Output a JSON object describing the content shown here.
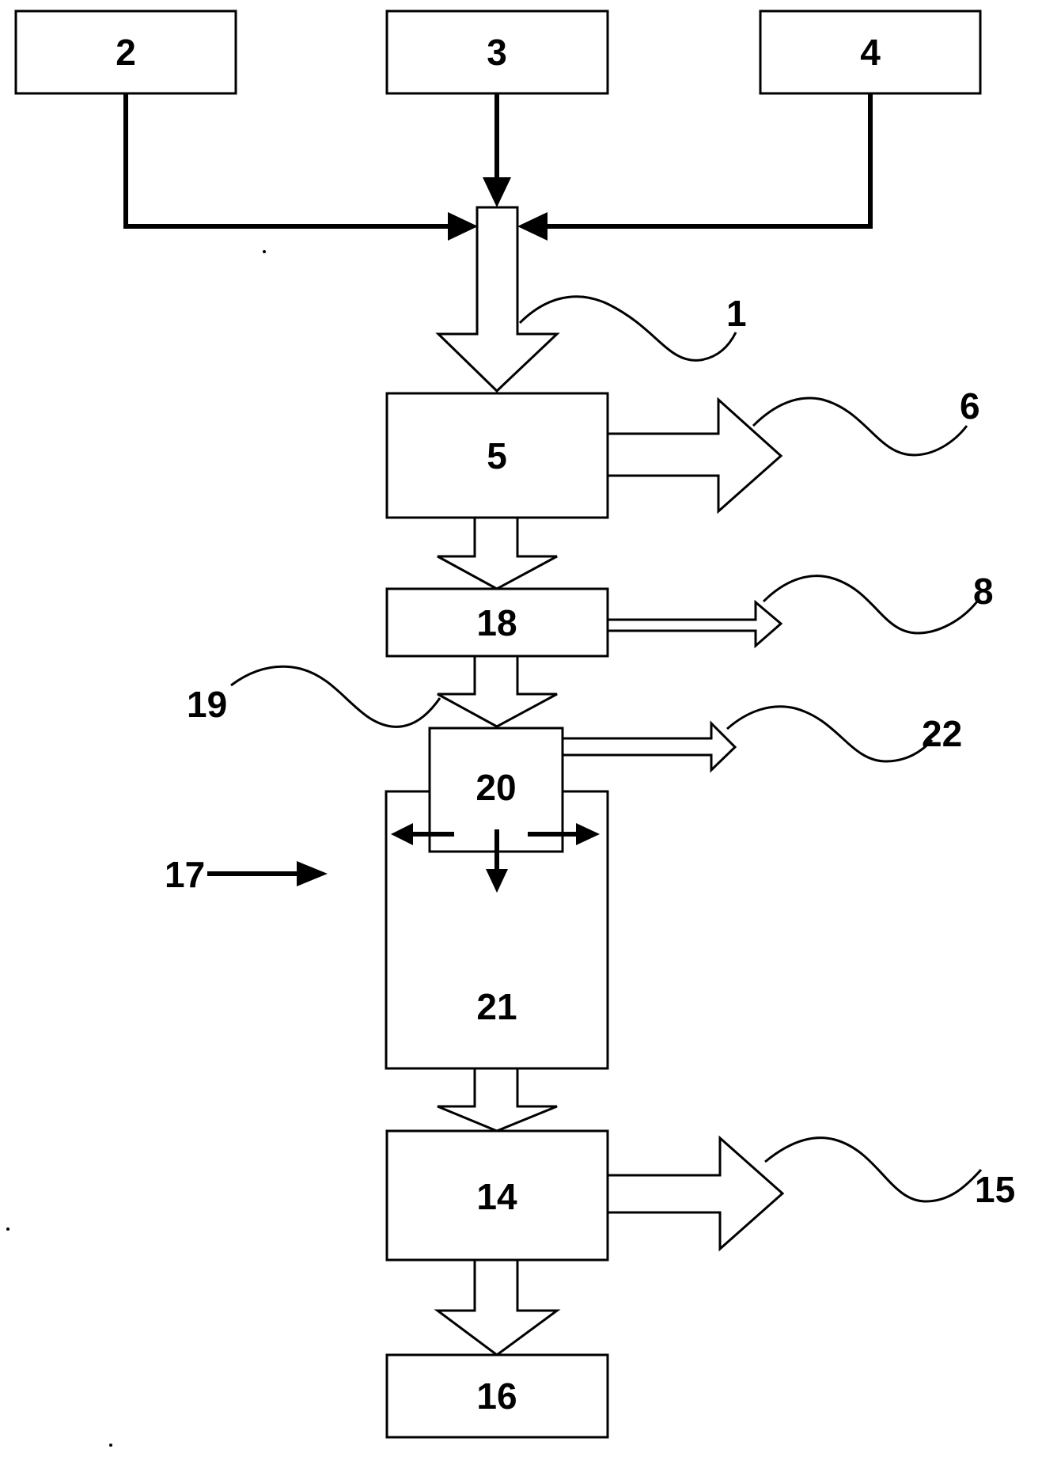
{
  "boxes": {
    "box_2": "2",
    "box_3": "3",
    "box_4": "4",
    "box_5": "5",
    "box_18": "18",
    "box_20": "20",
    "box_21": "21",
    "box_14": "14",
    "box_16": "16"
  },
  "references": {
    "ref_1": "1",
    "ref_6": "6",
    "ref_8": "8",
    "ref_19": "19",
    "ref_22": "22",
    "ref_17": "17",
    "ref_15": "15"
  }
}
